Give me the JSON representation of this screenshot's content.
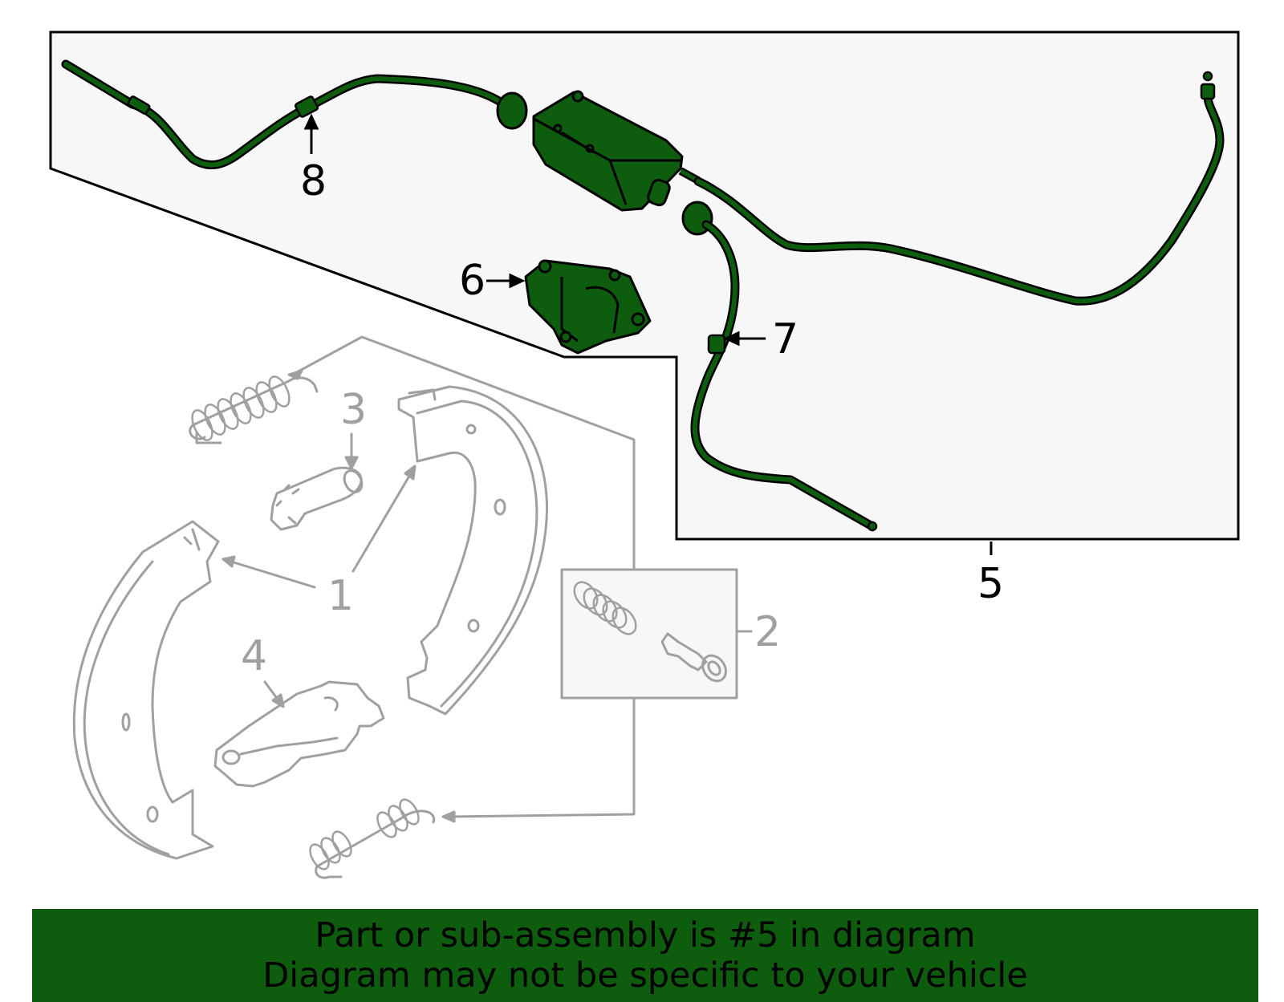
{
  "callouts": {
    "c1": "1",
    "c2": "2",
    "c3": "3",
    "c4": "4",
    "c5": "5",
    "c6": "6",
    "c7": "7",
    "c8": "8"
  },
  "banner": {
    "line1": "Part or sub-assembly is #5 in diagram",
    "line2": "Diagram may not be specific to your vehicle"
  },
  "colors": {
    "highlight": "#0e5c0e",
    "dim_part": "#a0a0a0",
    "panel_fill": "#f7f7f7",
    "outline": "#000000"
  }
}
